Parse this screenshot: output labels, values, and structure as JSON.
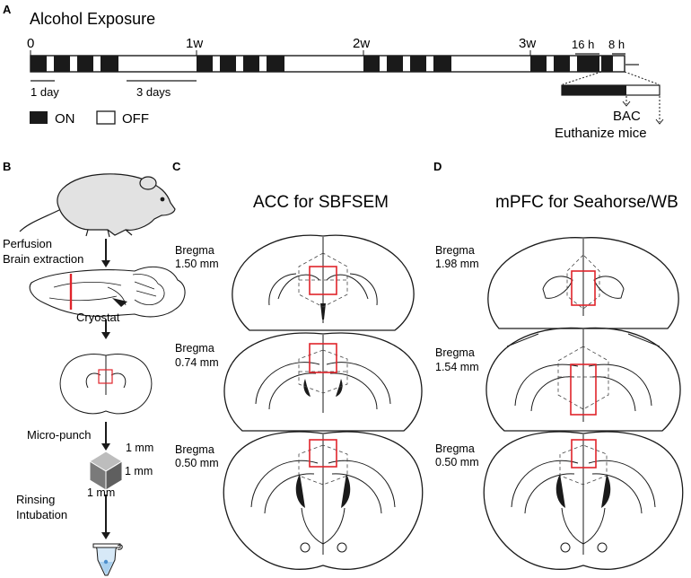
{
  "panelA": {
    "panel_label": "A",
    "title": "Alcohol Exposure",
    "week_labels": [
      "0",
      "1w",
      "2w",
      "3w"
    ],
    "interval_16h": "16 h",
    "interval_8h": "8 h",
    "scale_1day": "1 day",
    "scale_3days": "3 days",
    "legend_on": "ON",
    "legend_off": "OFF",
    "bac_label": "BAC",
    "euthanize_label": "Euthanize mice"
  },
  "panelB": {
    "panel_label": "B",
    "steps": {
      "perfusion": "Perfusion",
      "brain_extraction": "Brain extraction",
      "cryostat": "Cryostat",
      "micro_punch": "Micro-punch",
      "cube_dim_top": "1 mm",
      "cube_dim_right": "1 mm",
      "cube_dim_bottom": "1 mm",
      "rinsing": "Rinsing",
      "intubation": "Intubation"
    }
  },
  "panelC": {
    "panel_label": "C",
    "title": "ACC for SBFSEM",
    "sections": [
      {
        "line1": "Bregma",
        "line2": "1.50 mm"
      },
      {
        "line1": "Bregma",
        "line2": "0.74 mm"
      },
      {
        "line1": "Bregma",
        "line2": "0.50 mm"
      }
    ]
  },
  "panelD": {
    "panel_label": "D",
    "title": "mPFC for Seahorse/WB",
    "sections": [
      {
        "line1": "Bregma",
        "line2": "1.98 mm"
      },
      {
        "line1": "Bregma",
        "line2": "1.54 mm"
      },
      {
        "line1": "Bregma",
        "line2": "0.50 mm"
      }
    ]
  },
  "colors": {
    "on": "#1a1a1a",
    "off": "#ffffff",
    "roi": "#e0242b",
    "tube_liquid": "#a9d0ee"
  }
}
